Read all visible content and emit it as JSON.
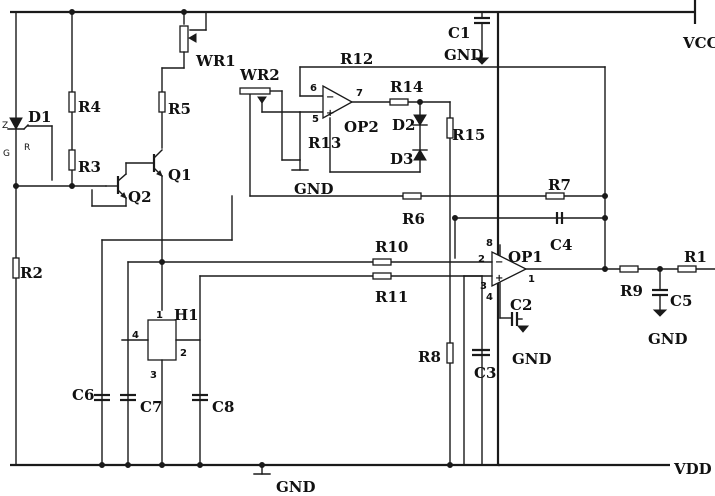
{
  "rails": {
    "vcc": "VCC",
    "vdd": "VDD",
    "gnd": "GND"
  },
  "resistors": {
    "r1": "R1",
    "r2": "R2",
    "r3": "R3",
    "r4": "R4",
    "r5": "R5",
    "r6": "R6",
    "r7": "R7",
    "r8": "R8",
    "r9": "R9",
    "r10": "R10",
    "r11": "R11",
    "r12": "R12",
    "r13": "R13",
    "r14": "R14",
    "r15": "R15"
  },
  "pots": {
    "wr1": "WR1",
    "wr2": "WR2"
  },
  "capacitors": {
    "c1": "C1",
    "c2": "C2",
    "c3": "C3",
    "c4": "C4",
    "c5": "C5",
    "c6": "C6",
    "c7": "C7",
    "c8": "C8"
  },
  "diodes": {
    "d1": "D1",
    "d2": "D2",
    "d3": "D3"
  },
  "d1_pins": {
    "z": "Z",
    "g": "G",
    "r": "R"
  },
  "transistors": {
    "q1": "Q1",
    "q2": "Q2"
  },
  "opamps": {
    "op1": "OP1",
    "op2": "OP2"
  },
  "sensor": {
    "name": "H1",
    "pin1": "1",
    "pin2": "2",
    "pin3": "3",
    "pin4": "4"
  },
  "op1_pins": {
    "p1": "1",
    "p2": "2",
    "p3": "3",
    "p4": "4",
    "p8": "8"
  },
  "op2_pins": {
    "p5": "5",
    "p6": "6",
    "p7": "7"
  },
  "op1_inputs": {
    "plus": "+",
    "minus": "−"
  },
  "op2_inputs": {
    "plus": "+",
    "minus": "−"
  }
}
